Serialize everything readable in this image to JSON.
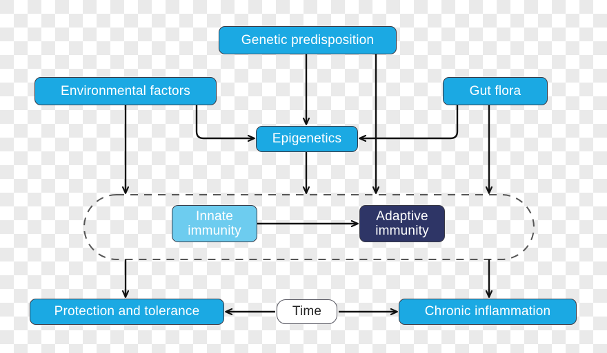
{
  "diagram": {
    "title": "Immune response pathway flowchart",
    "colors": {
      "primary_blue": "#1BA9E3",
      "light_blue": "#6DCCEF",
      "navy": "#2E3566",
      "stroke": "#111111",
      "dashed_stroke": "#555555",
      "node_border": "#3a3a45",
      "plain_fill": "#ffffff",
      "plain_text": "#222222",
      "node_text": "#ffffff"
    },
    "nodes": {
      "genetic": "Genetic predisposition",
      "environment": "Environmental factors",
      "gutflora": "Gut flora",
      "epigenetics": "Epigenetics",
      "innate": "Innate\nimmunity",
      "adaptive": "Adaptive\nimmunity",
      "protection": "Protection and tolerance",
      "chronic": "Chronic inflammation",
      "time": "Time"
    },
    "group": {
      "label": "immunity-group",
      "style": "dashed-pill"
    },
    "edges": [
      {
        "from": "genetic",
        "to": "epigenetics",
        "style": "straight-down"
      },
      {
        "from": "genetic",
        "to": "immunity-group",
        "style": "straight-down"
      },
      {
        "from": "environment",
        "to": "epigenetics",
        "style": "elbow-down-right"
      },
      {
        "from": "environment",
        "to": "immunity-group",
        "style": "straight-down"
      },
      {
        "from": "gutflora",
        "to": "epigenetics",
        "style": "elbow-down-left"
      },
      {
        "from": "gutflora",
        "to": "immunity-group",
        "style": "straight-down"
      },
      {
        "from": "epigenetics",
        "to": "immunity-group",
        "style": "straight-down"
      },
      {
        "from": "innate",
        "to": "adaptive",
        "style": "straight-right"
      },
      {
        "from": "immunity-group",
        "to": "protection",
        "style": "straight-down"
      },
      {
        "from": "immunity-group",
        "to": "chronic",
        "style": "straight-down"
      },
      {
        "from": "time",
        "to": "protection",
        "style": "straight-left"
      },
      {
        "from": "time",
        "to": "chronic",
        "style": "straight-right"
      }
    ]
  }
}
